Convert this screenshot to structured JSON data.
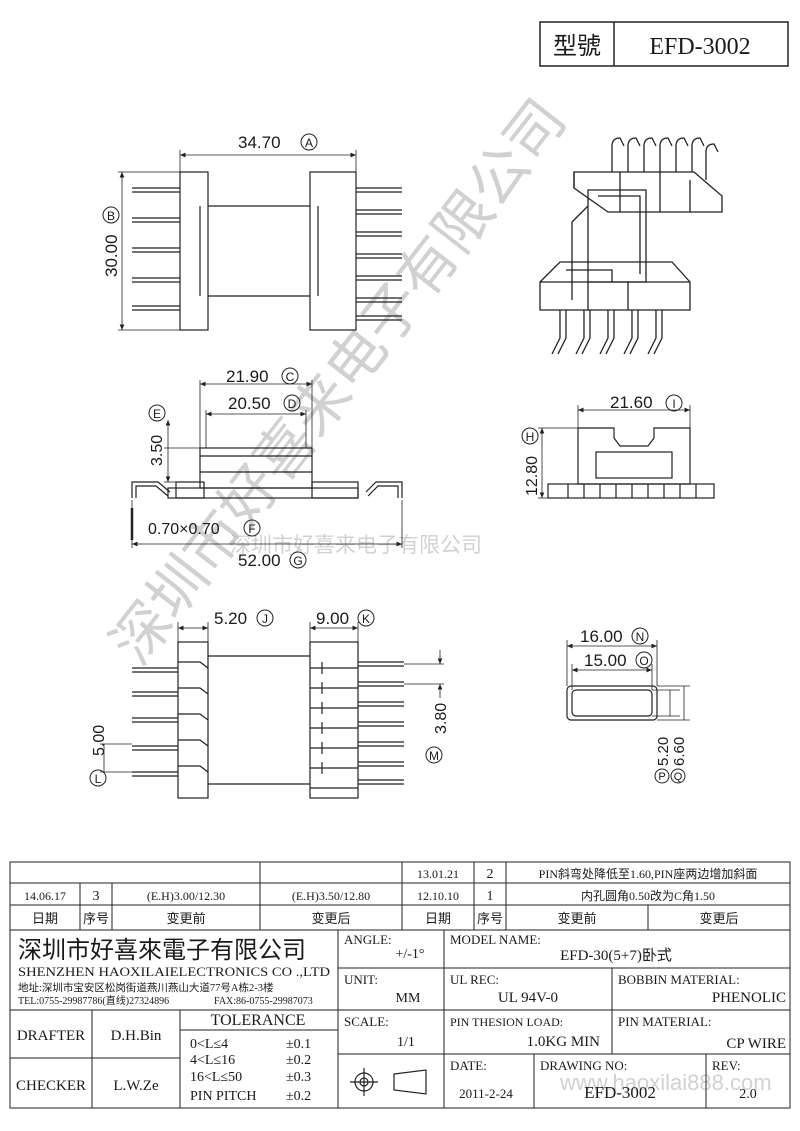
{
  "header": {
    "model_label": "型號",
    "model_value": "EFD-3002"
  },
  "drawing": {
    "top_view": {
      "width_dim": "34.70",
      "width_tag": "A",
      "height_dim": "30.00",
      "height_tag": "B"
    },
    "front_view": {
      "dim_c": "21.90",
      "tag_c": "C",
      "dim_d": "20.50",
      "tag_d": "D",
      "dim_e": "3.50",
      "tag_e": "E",
      "dim_f": "0.70×0.70",
      "tag_f": "F",
      "dim_g": "52.00",
      "tag_g": "G"
    },
    "side_view": {
      "dim_i": "21.60",
      "tag_i": "I",
      "dim_h": "12.80",
      "tag_h": "H"
    },
    "bottom_view": {
      "dim_j": "5.20",
      "tag_j": "J",
      "dim_k": "9.00",
      "tag_k": "K",
      "dim_l": "5.00",
      "tag_l": "L",
      "dim_m": "3.80",
      "tag_m": "M"
    },
    "section_view": {
      "dim_n": "16.00",
      "tag_n": "N",
      "dim_o": "15.00",
      "tag_o": "O",
      "dim_p": "5.20",
      "tag_p": "P",
      "dim_q": "6.60",
      "tag_q": "Q"
    }
  },
  "watermark": {
    "big": "深圳市好喜来电子有限公司",
    "small": "深圳市好喜来电子有限公司",
    "url": "www.haoxilai888.com"
  },
  "revisions": {
    "rows": [
      {
        "date": "13.01.21",
        "no": "2",
        "change": "PIN斜弯处降低至1.60,PIN座两边增加斜面"
      },
      {
        "date": "12.10.10",
        "no": "1",
        "change": "内孔圆角0.50改为C角1.50"
      }
    ],
    "left_row": {
      "date": "14.06.17",
      "no": "3",
      "before": "(E.H)3.00/12.30",
      "after": "(E.H)3.50/12.80"
    },
    "headers": {
      "date": "日期",
      "no": "序号",
      "before": "变更前",
      "after": "变更后"
    }
  },
  "company": {
    "name_cn": "深圳市好喜來電子有限公司",
    "name_en": "SHENZHEN HAOXILAIELECTRONICS CO .,LTD",
    "address": "地址:深圳市宝安区松岗街道燕川燕山大道77号A栋2-3楼",
    "tel": "TEL:0755-29987786(直线)27324896",
    "fax": "FAX:86-0755-29987073"
  },
  "title_block": {
    "angle_label": "ANGLE:",
    "angle_value": "+/-1°",
    "model_name_label": "MODEL NAME:",
    "model_name_value": "EFD-30(5+7)卧式",
    "unit_label": "UNIT:",
    "unit_value": "MM",
    "ul_label": "UL REC:",
    "ul_value": "UL 94V-0",
    "bobbin_label": "BOBBIN MATERIAL:",
    "bobbin_value": "PHENOLIC",
    "scale_label": "SCALE:",
    "scale_value": "1/1",
    "pin_load_label": "PIN THESION LOAD:",
    "pin_load_value": "1.0KG MIN",
    "pin_mat_label": "PIN MATERIAL:",
    "pin_mat_value": "CP  WIRE",
    "date_label": "DATE:",
    "date_value": "2011-2-24",
    "drawing_no_label": "DRAWING NO:",
    "drawing_no_value": "EFD-3002",
    "rev_label": "REV:",
    "rev_value": "2.0",
    "drafter_label": "DRAFTER",
    "drafter_value": "D.H.Bin",
    "checker_label": "CHECKER",
    "checker_value": "L.W.Ze",
    "tolerance_title": "TOLERANCE",
    "tol_rows": [
      {
        "range": "0<L≤4",
        "tol": "±0.1"
      },
      {
        "range": "4<L≤16",
        "tol": "±0.2"
      },
      {
        "range": "16<L≤50",
        "tol": "±0.3"
      },
      {
        "range": "PIN PITCH",
        "tol": "±0.2"
      }
    ]
  }
}
